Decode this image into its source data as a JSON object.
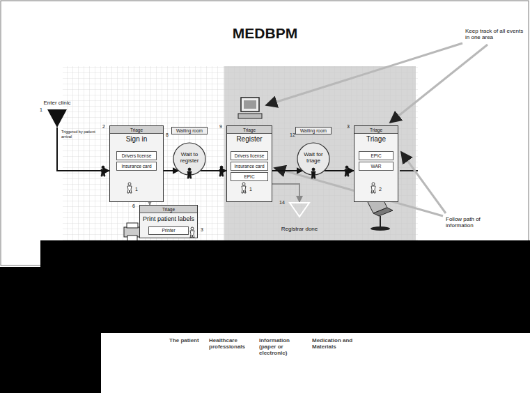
{
  "diagram": {
    "title": "MEDBPM",
    "nodes": [
      {
        "text": [
          "Enter clinic",
          "1",
          "Triggered by patient arrival"
        ]
      },
      {
        "text": [
          "Triage",
          "Sign in",
          "2"
        ]
      },
      {
        "text": [
          "Drivers license"
        ],
        "in": 1
      },
      {
        "text": [
          "Insurance card"
        ],
        "in": 1
      },
      {
        "text": [
          "Waiting room",
          "8",
          "Wait to register"
        ]
      },
      {
        "text": [
          "Triage",
          "Register",
          "9"
        ]
      },
      {
        "text": [
          "Drivers license"
        ],
        "in": 5
      },
      {
        "text": [
          "Insurance card"
        ],
        "in": 5
      },
      {
        "text": [
          "EPIC"
        ],
        "in": 5
      },
      {
        "text": [
          "Waiting room",
          "12",
          "Wait for triage"
        ]
      },
      {
        "text": [
          "Triage",
          "Triage",
          "3"
        ]
      },
      {
        "text": [
          "EPIC"
        ],
        "in": 10
      },
      {
        "text": [
          "WAR"
        ],
        "in": 10
      },
      {
        "text": [
          "Triage",
          "Print patient labels",
          "6"
        ]
      },
      {
        "text": [
          "Printer"
        ],
        "in": 13
      },
      {
        "text": [
          "14",
          "Registrar done"
        ]
      }
    ],
    "edges": [
      {
        "from": 0,
        "to": 1,
        "arrow": "to"
      },
      {
        "from": 1,
        "to": 4,
        "arrow": "to"
      },
      {
        "from": 4,
        "to": 5,
        "arrow": "to"
      },
      {
        "from": 5,
        "to": 9,
        "arrow": "to"
      },
      {
        "from": 9,
        "to": 10,
        "arrow": "to"
      },
      {
        "from": 1,
        "to": 13,
        "arrow": "to"
      },
      {
        "from": 5,
        "to": 15,
        "arrow": "to"
      }
    ],
    "labels": [
      "1",
      "1",
      "2",
      "3",
      "Keep track of all events in one area",
      "Follow path of information",
      "The patient",
      "Healthcare professionals",
      "Information (paper or electronic)",
      "Medication and Materials"
    ]
  }
}
